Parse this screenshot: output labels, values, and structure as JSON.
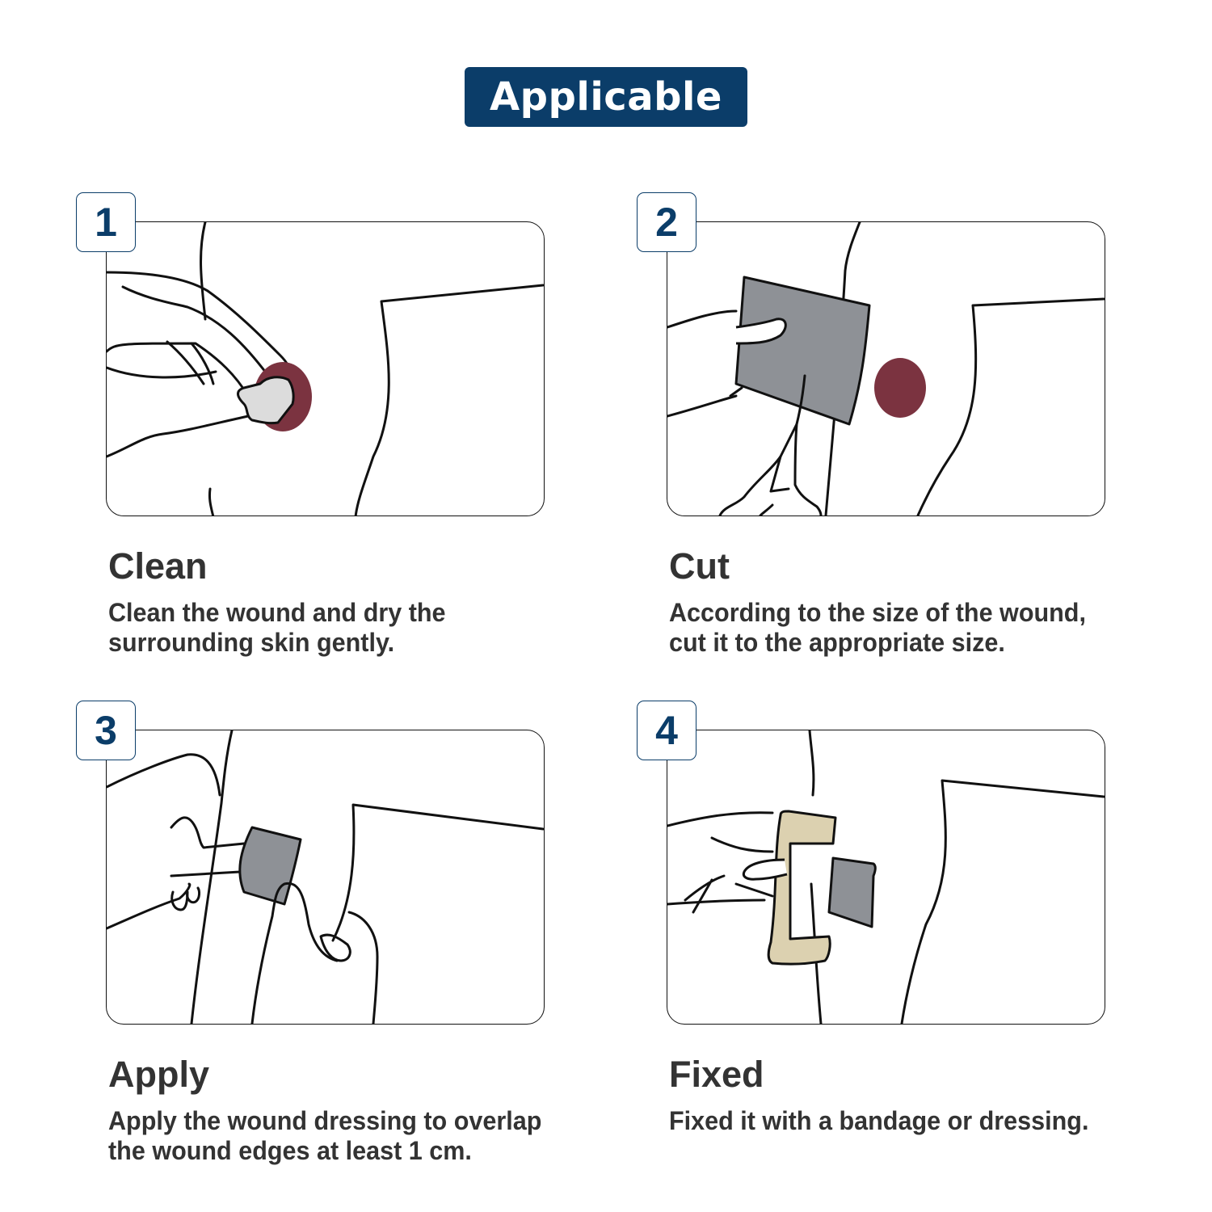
{
  "header": {
    "title": "Applicable"
  },
  "colors": {
    "brand_navy": "#0b3d69",
    "text_dark": "#333333",
    "wound_red": "#7b3340",
    "dressing_gray": "#8e9196",
    "swab_light_gray": "#dcdcdc",
    "bandage_beige": "#dcd1b0",
    "outline": "#111111"
  },
  "steps": [
    {
      "number": "1",
      "title": "Clean",
      "description_lines": [
        "Clean the wound and dry the",
        "surrounding skin gently."
      ],
      "illustration": "hand-cleaning-wound-with-swab"
    },
    {
      "number": "2",
      "title": "Cut",
      "description_lines": [
        "According to the size of the wound,",
        "cut it to the appropriate size."
      ],
      "illustration": "hand-cutting-dressing-with-scissors"
    },
    {
      "number": "3",
      "title": "Apply",
      "description_lines": [
        "Apply the wound dressing to overlap",
        "the wound edges at least 1 cm."
      ],
      "illustration": "hands-applying-dressing-to-skin"
    },
    {
      "number": "4",
      "title": "Fixed",
      "description_lines": [
        "Fixed it with a bandage or dressing."
      ],
      "illustration": "hand-fixing-dressing-with-bandage"
    }
  ]
}
